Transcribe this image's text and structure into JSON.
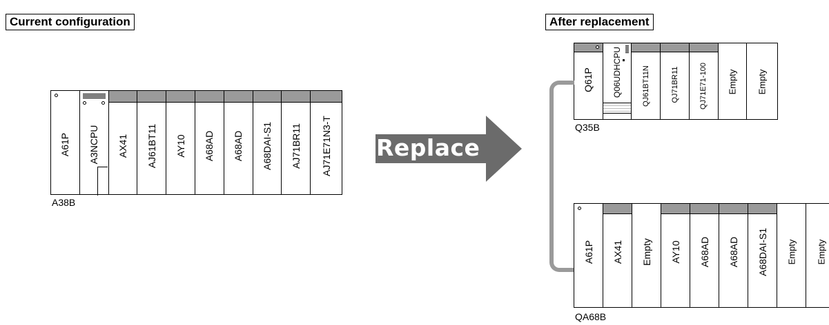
{
  "left": {
    "heading": "Current configuration",
    "rack_name": "A38B",
    "slots": [
      "A61P",
      "A3NCPU",
      "AX41",
      "AJ61BT11",
      "AY10",
      "A68AD",
      "A68AD",
      "A68DAI-S1",
      "AJ71BR11",
      "AJ71E71N3-T"
    ]
  },
  "arrow": {
    "label": "Replace",
    "color": "#6b6b6b"
  },
  "right": {
    "heading": "After replacement",
    "upper_rack": {
      "name": "Q35B",
      "slots": [
        "Q61P",
        "Q06UDHCPU",
        "QJ61BT11N",
        "QJ71BR11",
        "QJ71E71-100",
        "Empty",
        "Empty"
      ]
    },
    "lower_rack": {
      "name": "QA68B",
      "slots": [
        "A61P",
        "AX41",
        "Empty",
        "AY10",
        "A68AD",
        "A68AD",
        "A68DAI-S1",
        "Empty",
        "Empty"
      ]
    }
  },
  "colors": {
    "module_cap": "#9a9a9a",
    "cable": "#9a9a9a",
    "line": "#000000"
  }
}
